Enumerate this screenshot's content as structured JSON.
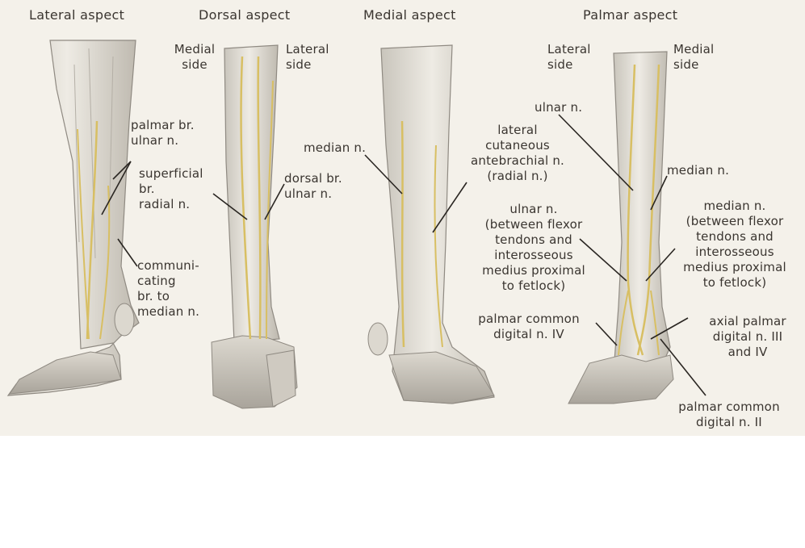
{
  "headings": {
    "lateral": "Lateral aspect",
    "dorsal": "Dorsal aspect",
    "medial": "Medial aspect",
    "palmar": "Palmar aspect"
  },
  "labels": {
    "dorsal_medial_side": "Medial\nside",
    "dorsal_lateral_side": "Lateral\nside",
    "palmar_lateral_side": "Lateral\nside",
    "palmar_medial_side": "Medial\nside",
    "palmar_br_ulnar": "palmar br.\nulnar n.",
    "superficial_br_radial": "superficial\nbr.\nradial n.",
    "communicating_br": "communi-\ncating\nbr. to\nmedian n.",
    "dorsal_br_ulnar": "dorsal br.\nulnar n.",
    "median_n_medial": "median n.",
    "lateral_cutaneous": "lateral\ncutaneous\nantebrachial n.\n(radial n.)",
    "ulnar_between": "ulnar n.\n(between flexor\ntendons and\ninterosseous\nmedius proximal\nto fetlock)",
    "ulnar_n_palmar": "ulnar n.",
    "median_n_palmar": "median n.",
    "median_between": "median n.\n(between flexor\ntendons and\ninterosseous\nmedius proximal\nto fetlock)",
    "palmar_common_iv": "palmar common\ndigital n. IV",
    "axial_palmar": "axial palmar\ndigital n. III\nand IV",
    "palmar_common_ii": "palmar common\ndigital n. II"
  },
  "colors": {
    "background": "#f4f1ea",
    "bone": "#e7e4dc",
    "outline": "#8f8a82",
    "nerve": "#d8bf63",
    "leader": "#2a2622"
  }
}
